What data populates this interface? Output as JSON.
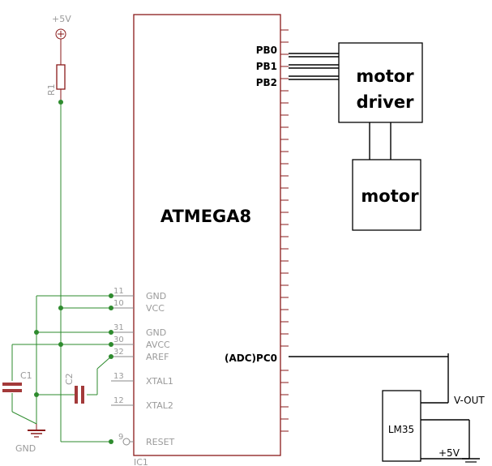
{
  "power": {
    "label": "+5V",
    "resistor": "R1"
  },
  "chip": {
    "name": "ATMEGA8",
    "ref": "IC1",
    "left_pins": [
      {
        "num": "11",
        "name": "GND"
      },
      {
        "num": "10",
        "name": "VCC"
      },
      {
        "num": "31",
        "name": "GND"
      },
      {
        "num": "30",
        "name": "AVCC"
      },
      {
        "num": "32",
        "name": "AREF"
      },
      {
        "num": "13",
        "name": "XTAL1"
      },
      {
        "num": "12",
        "name": "XTAL2"
      },
      {
        "num": "9",
        "name": "RESET"
      }
    ],
    "right_pins": {
      "pb0": "PB0",
      "pb1": "PB1",
      "pb2": "PB2",
      "pc0": "(ADC)PC0"
    }
  },
  "capacitors": {
    "c1": "C1",
    "c2": "C2"
  },
  "ground": {
    "label": "GND"
  },
  "motor_driver": {
    "line1": "motor",
    "line2": "driver"
  },
  "motor": {
    "label": "motor"
  },
  "sensor": {
    "label": "LM35",
    "vout": "V-OUT",
    "vcc": "+5V"
  }
}
